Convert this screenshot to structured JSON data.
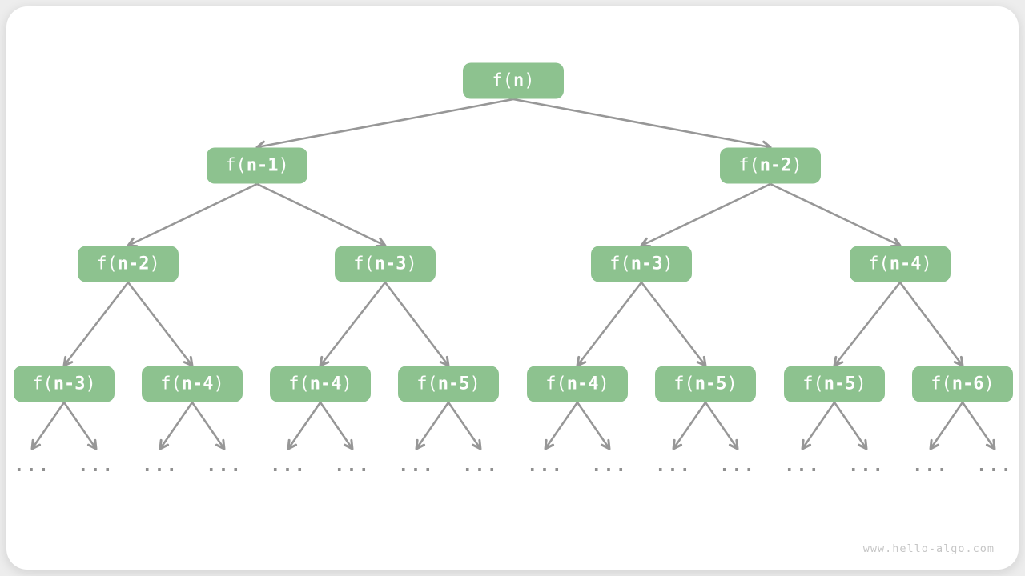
{
  "colors": {
    "page_bg": "#ededed",
    "card_bg": "#ffffff",
    "node_fill": "#8dc28f",
    "node_text": "#ffffff",
    "edge_gray": "#979797",
    "ellipsis_gray": "#8f8f8f",
    "watermark_gray": "#c6c6c6"
  },
  "watermark": "www.hello-algo.com",
  "tree": {
    "ellipsis": "...",
    "root": {
      "prefix": "f(",
      "arg": "n",
      "suffix": ")"
    },
    "level2": [
      {
        "prefix": "f(",
        "arg": "n-1",
        "suffix": ")"
      },
      {
        "prefix": "f(",
        "arg": "n-2",
        "suffix": ")"
      }
    ],
    "level3": [
      {
        "prefix": "f(",
        "arg": "n-2",
        "suffix": ")"
      },
      {
        "prefix": "f(",
        "arg": "n-3",
        "suffix": ")"
      },
      {
        "prefix": "f(",
        "arg": "n-3",
        "suffix": ")"
      },
      {
        "prefix": "f(",
        "arg": "n-4",
        "suffix": ")"
      }
    ],
    "level4": [
      {
        "prefix": "f(",
        "arg": "n-3",
        "suffix": ")"
      },
      {
        "prefix": "f(",
        "arg": "n-4",
        "suffix": ")"
      },
      {
        "prefix": "f(",
        "arg": "n-4",
        "suffix": ")"
      },
      {
        "prefix": "f(",
        "arg": "n-5",
        "suffix": ")"
      },
      {
        "prefix": "f(",
        "arg": "n-4",
        "suffix": ")"
      },
      {
        "prefix": "f(",
        "arg": "n-5",
        "suffix": ")"
      },
      {
        "prefix": "f(",
        "arg": "n-5",
        "suffix": ")"
      },
      {
        "prefix": "f(",
        "arg": "n-6",
        "suffix": ")"
      }
    ]
  }
}
